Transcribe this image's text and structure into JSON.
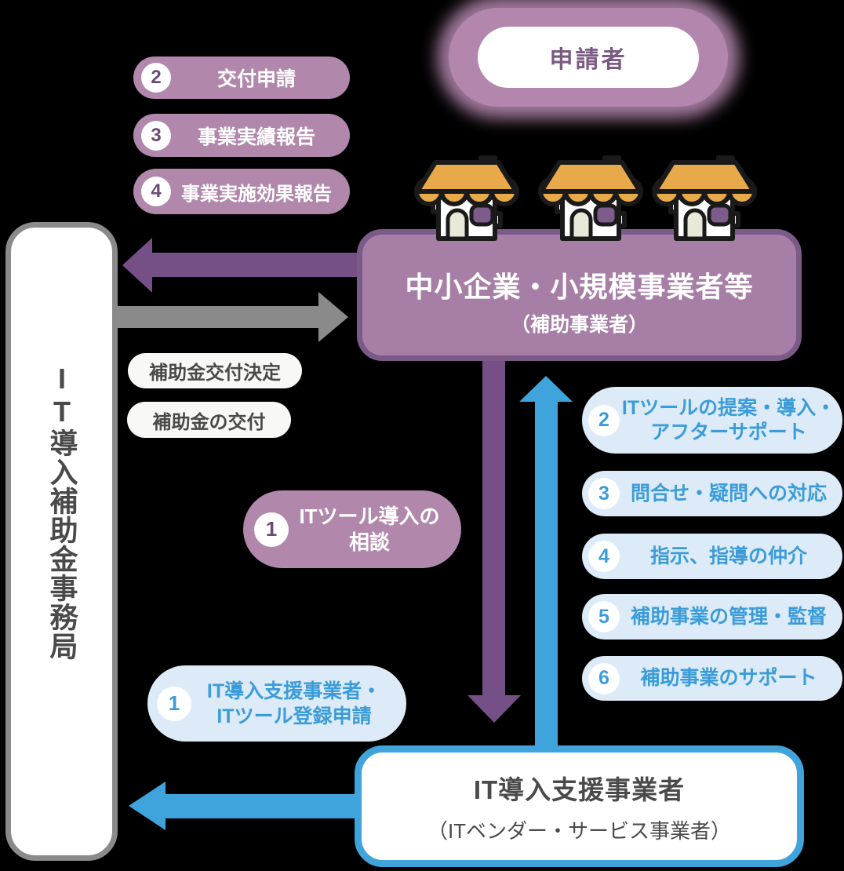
{
  "colors": {
    "background": "#000000",
    "mauve_pill": "#b187ac",
    "purple_box_fill": "#a77fa6",
    "purple_box_border": "#7b5a88",
    "purple_arrow": "#745086",
    "gray_arrow": "#8a8a8a",
    "blue_accent": "#3fa3dc",
    "light_blue_pill": "#dcebf7",
    "blue_text": "#3b9cd9",
    "number_purple": "#6b4a78",
    "dark_text": "#4a4a4a",
    "roof_orange": "#e8a94a",
    "door_cream": "#e9e9d9",
    "window_purple": "#7d5c8c"
  },
  "applicant": {
    "label": "申請者"
  },
  "office": {
    "label": "IT導入補助金事務局"
  },
  "sme_box": {
    "title": "中小企業・小規模事業者等",
    "subtitle": "（補助事業者）"
  },
  "vendor_box": {
    "title": "IT導入支援事業者",
    "subtitle": "（ITベンダー・サービス事業者）"
  },
  "sme_to_office_steps": [
    {
      "num": "2",
      "label": "交付申請"
    },
    {
      "num": "3",
      "label": "事業実績報告"
    },
    {
      "num": "4",
      "label": "事業実施効果報告"
    }
  ],
  "office_to_sme_labels": [
    "補助金交付決定",
    "補助金の交付"
  ],
  "sme_to_vendor_step": {
    "num": "1",
    "label": "ITツール導入の\n相談"
  },
  "vendor_to_sme_steps": [
    {
      "num": "2",
      "label": "ITツールの提案・導入・\nアフターサポート"
    },
    {
      "num": "3",
      "label": "問合せ・疑問への対応"
    },
    {
      "num": "4",
      "label": "指示、指導の仲介"
    },
    {
      "num": "5",
      "label": "補助事業の管理・監督"
    },
    {
      "num": "6",
      "label": "補助事業のサポート"
    }
  ],
  "vendor_to_office_step": {
    "num": "1",
    "label": "IT導入支援事業者・\nITツール登録申請"
  }
}
